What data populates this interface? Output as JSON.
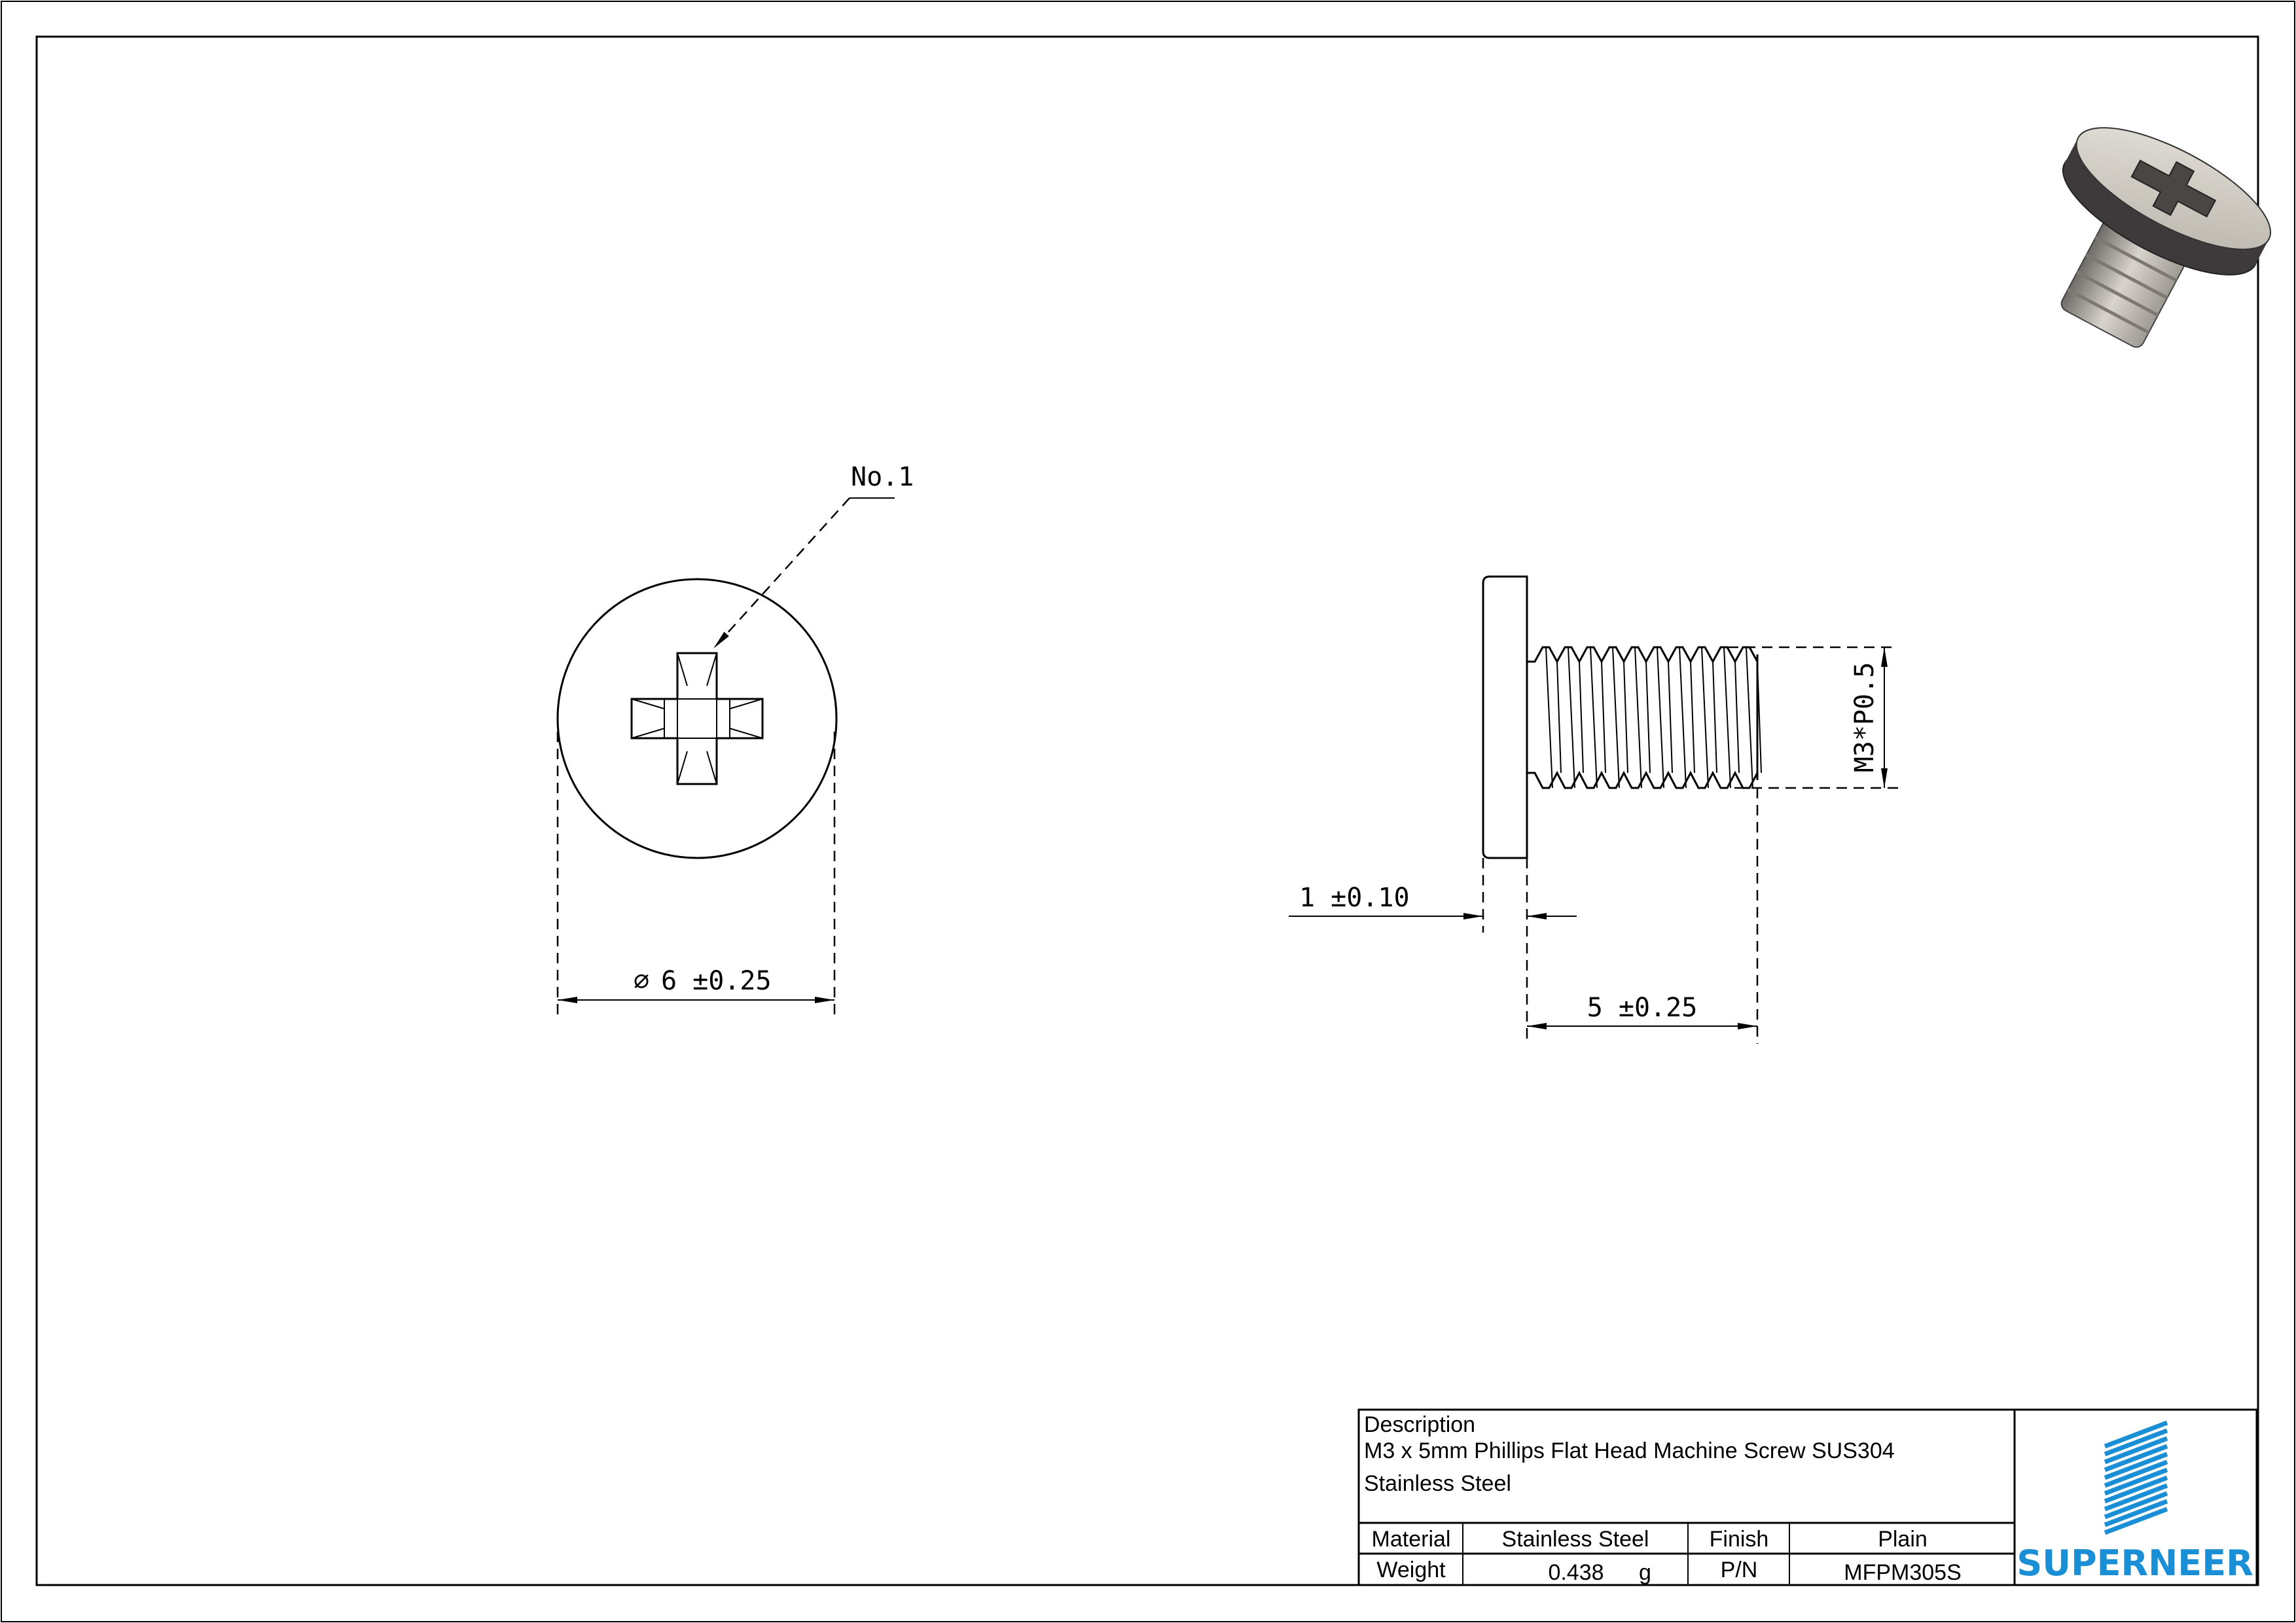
{
  "drawing": {
    "front_view": {
      "callout": "No.1",
      "diameter_symbol": "⌀",
      "diameter_dim": "6 ±0.25"
    },
    "side_view": {
      "thread_dim": "M3*P0.5",
      "head_thickness_dim": "1 ±0.10",
      "length_dim": "5 ±0.25"
    }
  },
  "title_block": {
    "description_label": "Description",
    "description_line1": "M3 x 5mm Phillips Flat Head Machine Screw SUS304",
    "description_line2": "Stainless Steel",
    "material_label": "Material",
    "material_value": "Stainless Steel",
    "finish_label": "Finish",
    "finish_value": "Plain",
    "weight_label": "Weight",
    "weight_value": "0.438",
    "weight_unit": "g",
    "pn_label": "P/N",
    "pn_value": "MFPM305S",
    "brand": "SUPERNEER",
    "brand_color": "#1a8fd6"
  }
}
